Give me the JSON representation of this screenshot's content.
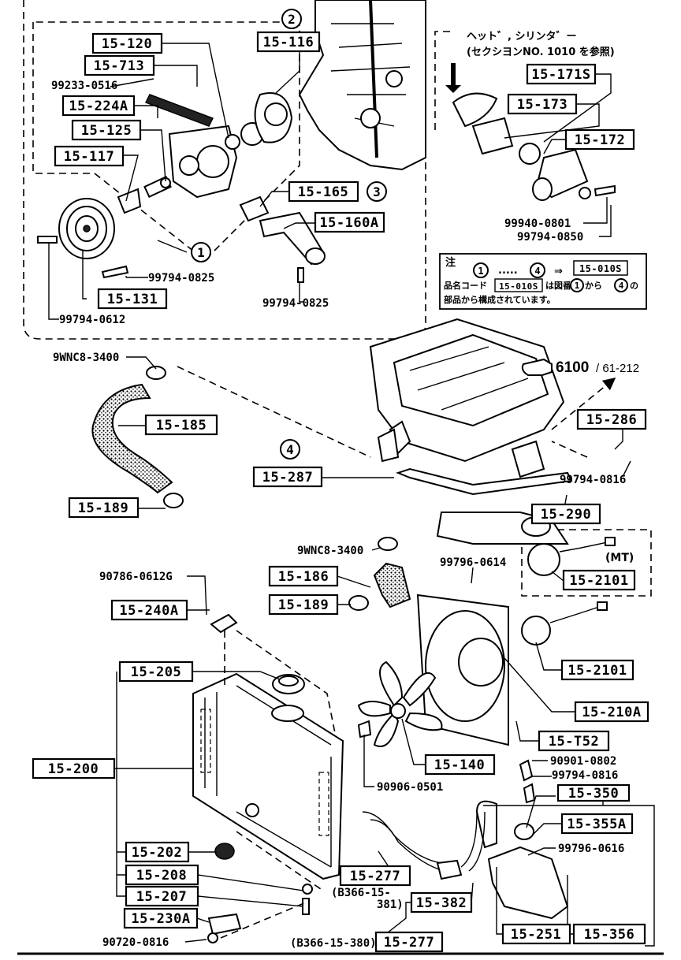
{
  "diagram": {
    "header_ref": {
      "line1": "ヘット゛, シリンタ゛ー",
      "line2": "(セクシヨンNO. 1010 を参照)"
    },
    "ref_page": {
      "main": "6100",
      "sub": "/ 61-212"
    },
    "note": {
      "title": "注",
      "range_from": "1",
      "dots": ".....",
      "range_to": "4",
      "arrow": "⇒",
      "code": "15-010S",
      "line2_prefix": "品名コード",
      "line2_code": "15-010S",
      "line2_mid": "は図番",
      "line2_from": "1",
      "line2_kara": "から",
      "line2_to": "4",
      "line2_no": "の",
      "line3": "部品から構成されています。"
    },
    "mt_label": "(MT)",
    "circled": {
      "c1": "1",
      "c2": "2",
      "c3": "3",
      "c4": "4"
    },
    "boxed_labels": {
      "b15_120": "15-120",
      "b15_713": "15-713",
      "b15_224A": "15-224A",
      "b15_125": "15-125",
      "b15_117": "15-117",
      "b15_116": "15-116",
      "b15_165": "15-165",
      "b15_160A": "15-160A",
      "b15_131": "15-131",
      "b15_171S": "15-171S",
      "b15_173": "15-173",
      "b15_172": "15-172",
      "b15_185": "15-185",
      "b15_189a": "15-189",
      "b15_287": "15-287",
      "b15_286": "15-286",
      "b15_290": "15-290",
      "b15_2101a": "15-2101",
      "b15_186": "15-186",
      "b15_189b": "15-189",
      "b15_240A": "15-240A",
      "b15_205": "15-205",
      "b15_2101b": "15-2101",
      "b15_210A": "15-210A",
      "b15_T52": "15-T52",
      "b15_200": "15-200",
      "b15_140": "15-140",
      "b15_350": "15-350",
      "b15_355A": "15-355A",
      "b15_202": "15-202",
      "b15_208": "15-208",
      "b15_207": "15-207",
      "b15_230A": "15-230A",
      "b15_277a": "15-277",
      "b15_382": "15-382",
      "b15_277b": "15-277",
      "b15_251": "15-251",
      "b15_356": "15-356"
    },
    "part_numbers": {
      "p99233_0516": "99233-0516",
      "p99794_0825a": "99794-0825",
      "p99794_0825b": "99794-0825",
      "p99794_0612": "99794-0612",
      "p99940_0801": "99940-0801",
      "p99794_0850": "99794-0850",
      "p9WNC8_3400a": "9WNC8-3400",
      "p99794_0816a": "99794-0816",
      "p9WNC8_3400b": "9WNC8-3400",
      "p99796_0614": "99796-0614",
      "p90786_0612G": "90786-0612G",
      "p90901_0802": "90901-0802",
      "p99794_0816b": "99794-0816",
      "p99796_0616": "99796-0616",
      "p90906_0501": "90906-0501",
      "pB366_15_381a": "(B366-15-",
      "pB366_15_381b": "381)",
      "pB366_15_380": "(B366-15-380)",
      "p90720_0816": "90720-0816"
    }
  }
}
